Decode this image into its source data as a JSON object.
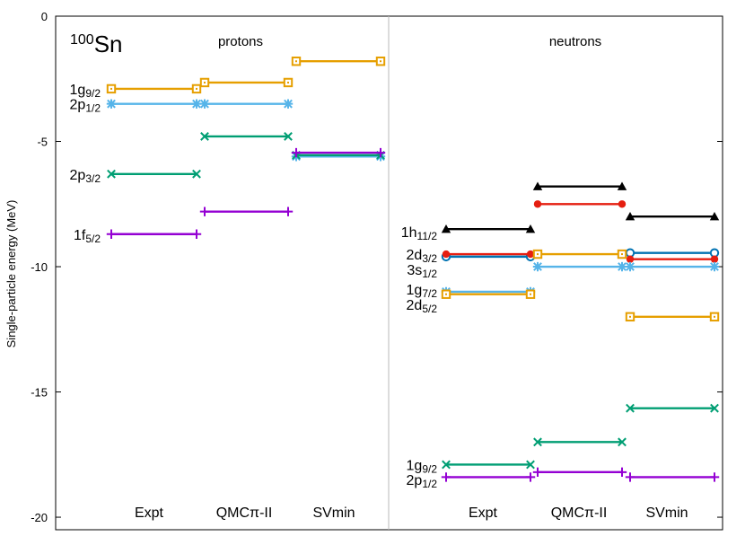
{
  "chart_data": {
    "type": "line",
    "ylabel": "Single-particle energy (MeV)",
    "ylim": [
      -20.5,
      0
    ],
    "yticks": [
      0,
      -5,
      -10,
      -15,
      -20
    ],
    "nucleus": {
      "mass": "100",
      "symbol": "Sn"
    },
    "panels": [
      {
        "name": "protons",
        "columns": [
          "Expt",
          "QMCπ-II",
          "SVmin"
        ],
        "labels": [
          {
            "base": "1g",
            "sub": "9/2",
            "y": -2.9
          },
          {
            "base": "2p",
            "sub": "1/2",
            "y": -3.5
          },
          {
            "base": "2p",
            "sub": "3/2",
            "y": -6.3
          },
          {
            "base": "1f",
            "sub": "5/2",
            "y": -8.7
          }
        ],
        "series": [
          {
            "orbital": "1g9/2",
            "marker": "square",
            "color": "#e69f00",
            "values": [
              -2.9,
              -2.65,
              -1.8
            ]
          },
          {
            "orbital": "2p1/2",
            "marker": "asterisk",
            "color": "#56b4e9",
            "values": [
              -3.5,
              -3.5,
              -5.6
            ]
          },
          {
            "orbital": "2p3/2",
            "marker": "x",
            "color": "#009e73",
            "values": [
              -6.3,
              -4.8,
              -5.55
            ]
          },
          {
            "orbital": "1f5/2",
            "marker": "plus",
            "color": "#9400d3",
            "values": [
              -8.7,
              -7.8,
              -5.45
            ]
          }
        ]
      },
      {
        "name": "neutrons",
        "columns": [
          "Expt",
          "QMCπ-II",
          "SVmin"
        ],
        "labels": [
          {
            "base": "1h",
            "sub": "11/2",
            "y": -8.6
          },
          {
            "base": "2d",
            "sub": "3/2",
            "y": -9.5
          },
          {
            "base": "3s",
            "sub": "1/2",
            "y": -10.1
          },
          {
            "base": "1g",
            "sub": "7/2",
            "y": -10.9
          },
          {
            "base": "2d",
            "sub": "5/2",
            "y": -11.5
          },
          {
            "base": "1g",
            "sub": "9/2",
            "y": -17.9
          },
          {
            "base": "2p",
            "sub": "1/2",
            "y": -18.5
          }
        ],
        "series": [
          {
            "orbital": "1h11/2",
            "marker": "triangle",
            "color": "#000000",
            "values": [
              -8.5,
              -6.8,
              -8.0
            ]
          },
          {
            "orbital": "2d3/2-a",
            "marker": "circle-open",
            "color": "#0072b2",
            "values": [
              -9.6,
              null,
              -9.45
            ]
          },
          {
            "orbital": "2d3/2-b",
            "marker": "circle-filled",
            "color": "#e51e10",
            "values": [
              -9.5,
              -7.5,
              -9.7
            ]
          },
          {
            "orbital": "3s1/2",
            "marker": "asterisk",
            "color": "#56b4e9",
            "values": [
              -11.0,
              -10.0,
              -10.0
            ]
          },
          {
            "orbital": "2d5/2",
            "marker": "square",
            "color": "#e69f00",
            "values": [
              -11.1,
              -9.5,
              -12.0
            ]
          },
          {
            "orbital": "1g9/2",
            "marker": "x",
            "color": "#009e73",
            "values": [
              -17.9,
              -17.0,
              -15.65
            ]
          },
          {
            "orbital": "2p1/2",
            "marker": "plus",
            "color": "#9400d3",
            "values": [
              -18.4,
              -18.2,
              -18.4
            ]
          }
        ]
      }
    ]
  }
}
